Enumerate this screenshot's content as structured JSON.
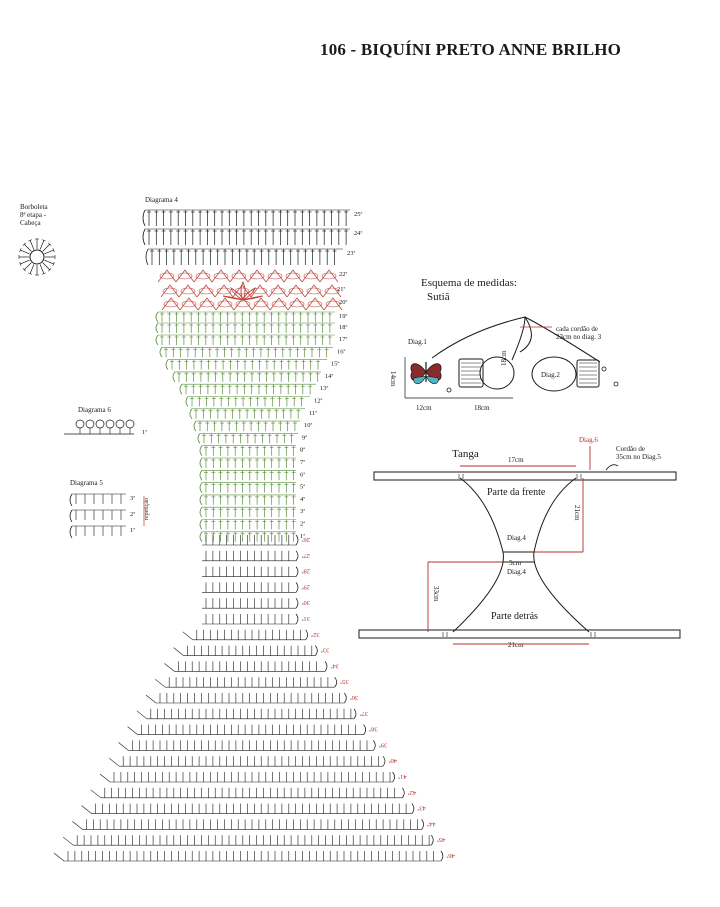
{
  "title": "106 - BIQUÍNI PRETO ANNE BRILHO",
  "colors": {
    "ink": "#1a1a1a",
    "accent_red": "#b4302a",
    "green": "#5a8f3c",
    "shell": "#c0453a",
    "butterfly_fill": "#8a2a2a",
    "butterfly_cyan": "#4fb3c4"
  },
  "borboleta": {
    "line1": "Borboleta",
    "line2": "8ª etapa -",
    "line3": "Cabeça"
  },
  "diagram_labels": {
    "d4": "Diagrama 4",
    "d5": "Diagrama 5",
    "d6": "Diagrama 6",
    "d5_rep": "repetição"
  },
  "d4_rows": [
    "25ª",
    "24ª",
    "23ª",
    "22ª",
    "21ª",
    "20ª",
    "19ª",
    "18ª",
    "17ª",
    "16ª",
    "15ª",
    "14ª",
    "13ª",
    "12ª",
    "11ª",
    "10ª",
    "9ª",
    "8ª",
    "7ª",
    "6ª",
    "5ª",
    "4ª",
    "3ª",
    "2ª",
    "1ª"
  ],
  "lower_rows": [
    "26ª",
    "27ª",
    "28ª",
    "29ª",
    "30ª",
    "31ª",
    "32ª",
    "33ª",
    "34ª",
    "35ª",
    "36ª",
    "37ª",
    "38ª",
    "39ª",
    "40ª",
    "41ª",
    "42ª",
    "43ª",
    "44ª",
    "45ª",
    "46ª"
  ],
  "d5_rows": [
    "3ª",
    "2ª",
    "1ª"
  ],
  "d6_row": "1ª",
  "sutia": {
    "heading": "Esquema de medidas:",
    "subheading": "Sutiã",
    "diag1": "Diag.1",
    "diag2": "Diag.2",
    "cord_note_1": "cada cordão de",
    "cord_note_2": "23cm no diag. 3",
    "dim_height": "14cm",
    "dim_center": "18cm",
    "dim_bottom_left": "12cm",
    "dim_bottom_right": "18cm"
  },
  "tanga": {
    "title": "Tanga",
    "top_width": "17cm",
    "diag6": "Diag.6",
    "cord_note_1": "Cordão de",
    "cord_note_2": "35cm no Diag.5",
    "front": "Parte da frente",
    "back": "Parte detrás",
    "diag4_top": "Diag.4",
    "diag4_bottom": "Diag.4",
    "mid_width": "5cm",
    "side_height": "21cm",
    "back_height": "33cm",
    "bottom_width": "21cm"
  }
}
